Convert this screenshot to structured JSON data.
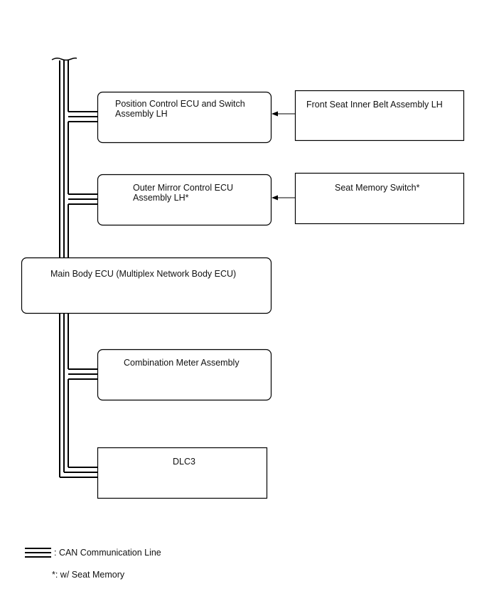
{
  "nodes": {
    "position_control_ecu": {
      "line1": "Position Control ECU and Switch",
      "line2": "Assembly LH"
    },
    "front_seat_inner_belt": {
      "label": "Front Seat Inner Belt Assembly LH"
    },
    "outer_mirror_control_ecu": {
      "line1": "Outer Mirror Control ECU",
      "line2": "Assembly LH*"
    },
    "seat_memory_switch": {
      "label": "Seat Memory Switch*"
    },
    "main_body_ecu": {
      "label": "Main Body ECU (Multiplex Network Body ECU)"
    },
    "combination_meter": {
      "label": "Combination Meter Assembly"
    },
    "dlc3": {
      "label": "DLC3"
    }
  },
  "legend": {
    "can_line": ": CAN Communication Line",
    "footnote": "*: w/ Seat Memory"
  }
}
